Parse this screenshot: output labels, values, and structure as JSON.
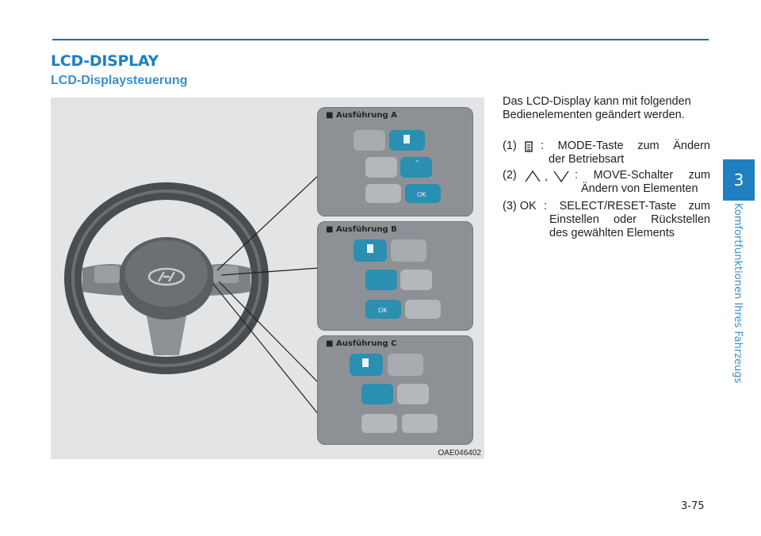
{
  "header": {
    "section_title": "LCD-DISPLAY",
    "subtitle": "LCD-Displaysteuerung"
  },
  "figure": {
    "code": "OAE046402",
    "panels": [
      "■ Ausführung A",
      "■ Ausführung B",
      "■ Ausführung C"
    ],
    "button_ok": "OK"
  },
  "body": {
    "intro": "Das LCD-Display kann mit folgenden Bedienelementen geändert werden.",
    "items": [
      {
        "num": "(1)",
        "desc_line1": ": MODE-Taste zum Ändern",
        "desc_line2": "der Betriebsart",
        "icon": "mode-icon"
      },
      {
        "num": "(2)",
        "desc_line1": ": MOVE-Schalter zum",
        "desc_line2": "Ändern von Elementen",
        "icon": "up-down-chevron-icons"
      },
      {
        "num": "(3) OK",
        "desc_line1": ": SELECT/RESET-Taste zum",
        "desc_line2": "Einstellen oder Rückstellen",
        "desc_line3": "des gewählten Elements"
      }
    ]
  },
  "side_tab": {
    "chapter": "3",
    "chapter_title": "Komfortfunktionen Ihres Fahrzeugs"
  },
  "footer": {
    "page_number": "3-75"
  },
  "colors": {
    "accent_blue": "#1f7fc1",
    "button_teal": "#2a8fb0"
  }
}
